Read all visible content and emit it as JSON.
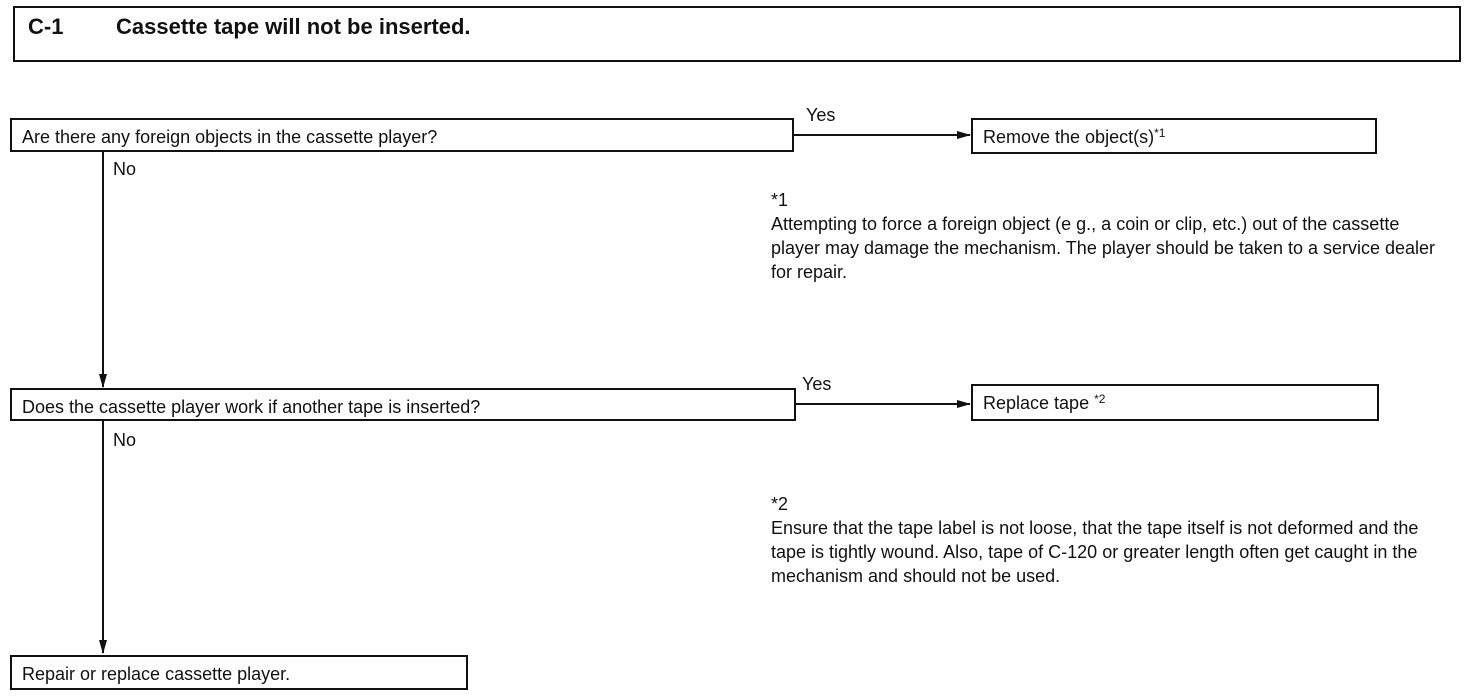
{
  "header": {
    "code": "C-1",
    "title": "Cassette tape will not be inserted."
  },
  "nodes": {
    "q1": "Are there any foreign objects in the cassette player?",
    "a1": "Remove the object(s)",
    "a1_ref": "*1",
    "q2": "Does the cassette player work if another tape is inserted?",
    "a2": "Replace tape",
    "a2_ref": "*2",
    "final": "Repair or replace cassette player."
  },
  "edges": {
    "q1_yes": "Yes",
    "q1_no": "No",
    "q2_yes": "Yes",
    "q2_no": "No"
  },
  "notes": {
    "n1_mark": "*1",
    "n1_text": "Attempting to force a foreign object (e g., a coin or clip, etc.) out of the cassette player may damage the mechanism. The player should be taken to a service dealer for repair.",
    "n2_mark": "*2",
    "n2_text": "Ensure that the tape label is not loose, that the tape itself is not deformed and the tape is tightly wound.  Also, tape of C-120 or greater length often get caught in the mechanism and should not be used."
  }
}
